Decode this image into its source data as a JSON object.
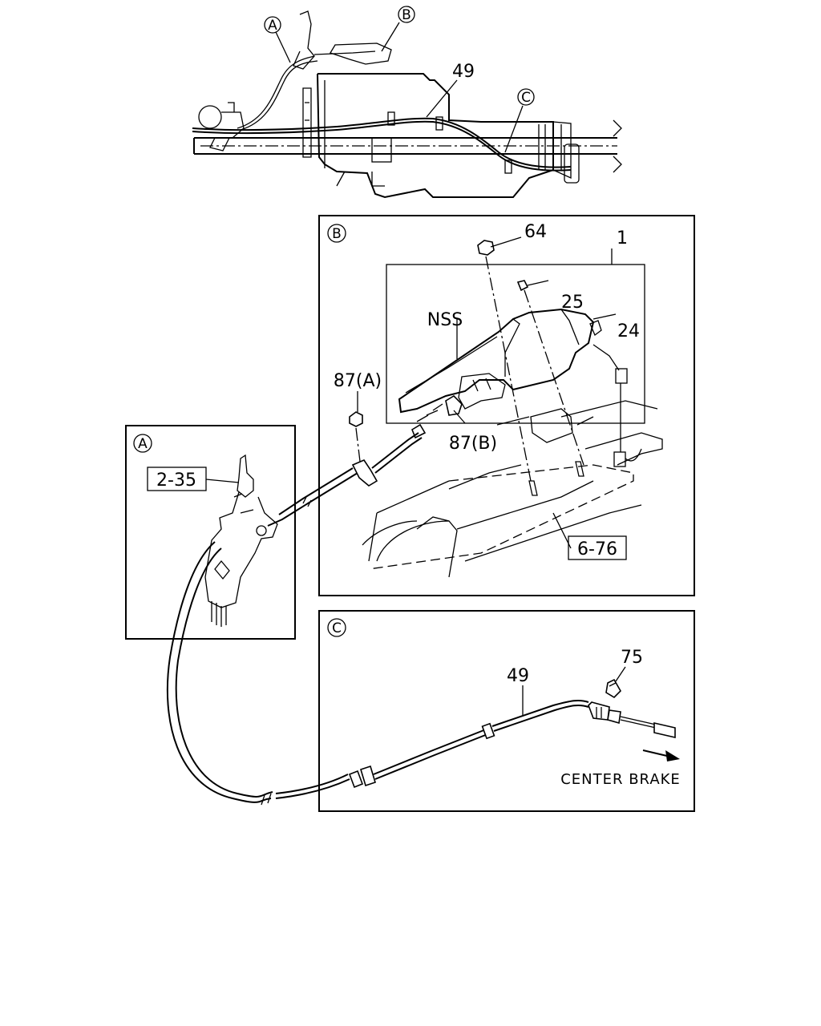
{
  "callouts": {
    "top_a": "A",
    "top_b": "B",
    "top_c": "C",
    "top_49": "49",
    "panel_b_tag": "B",
    "panel_a_tag": "A",
    "panel_c_tag": "C",
    "p64": "64",
    "p1": "1",
    "p25": "25",
    "p24": "24",
    "nss": "NSS",
    "p87a": "87(A)",
    "p87b": "87(B)",
    "ref676": "6-76",
    "ref235": "2-35",
    "c75": "75",
    "c49": "49",
    "center_brake": "CENTER BRAKE"
  }
}
